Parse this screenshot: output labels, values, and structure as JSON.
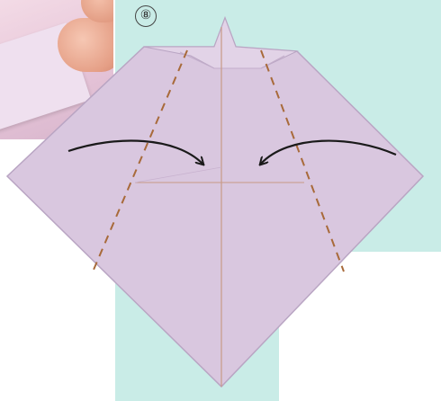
{
  "step": {
    "number": "⑧"
  },
  "colors": {
    "paper": "#d9c7df",
    "paper_edge": "#b9a5c3",
    "valley_fold": "#a86a3a",
    "crease": "#c89a86",
    "arrow": "#1a1a1a",
    "background_panel": "#c9ece7"
  },
  "icons": {
    "left_arrow": "curved-arrow-right",
    "right_arrow": "curved-arrow-left"
  }
}
